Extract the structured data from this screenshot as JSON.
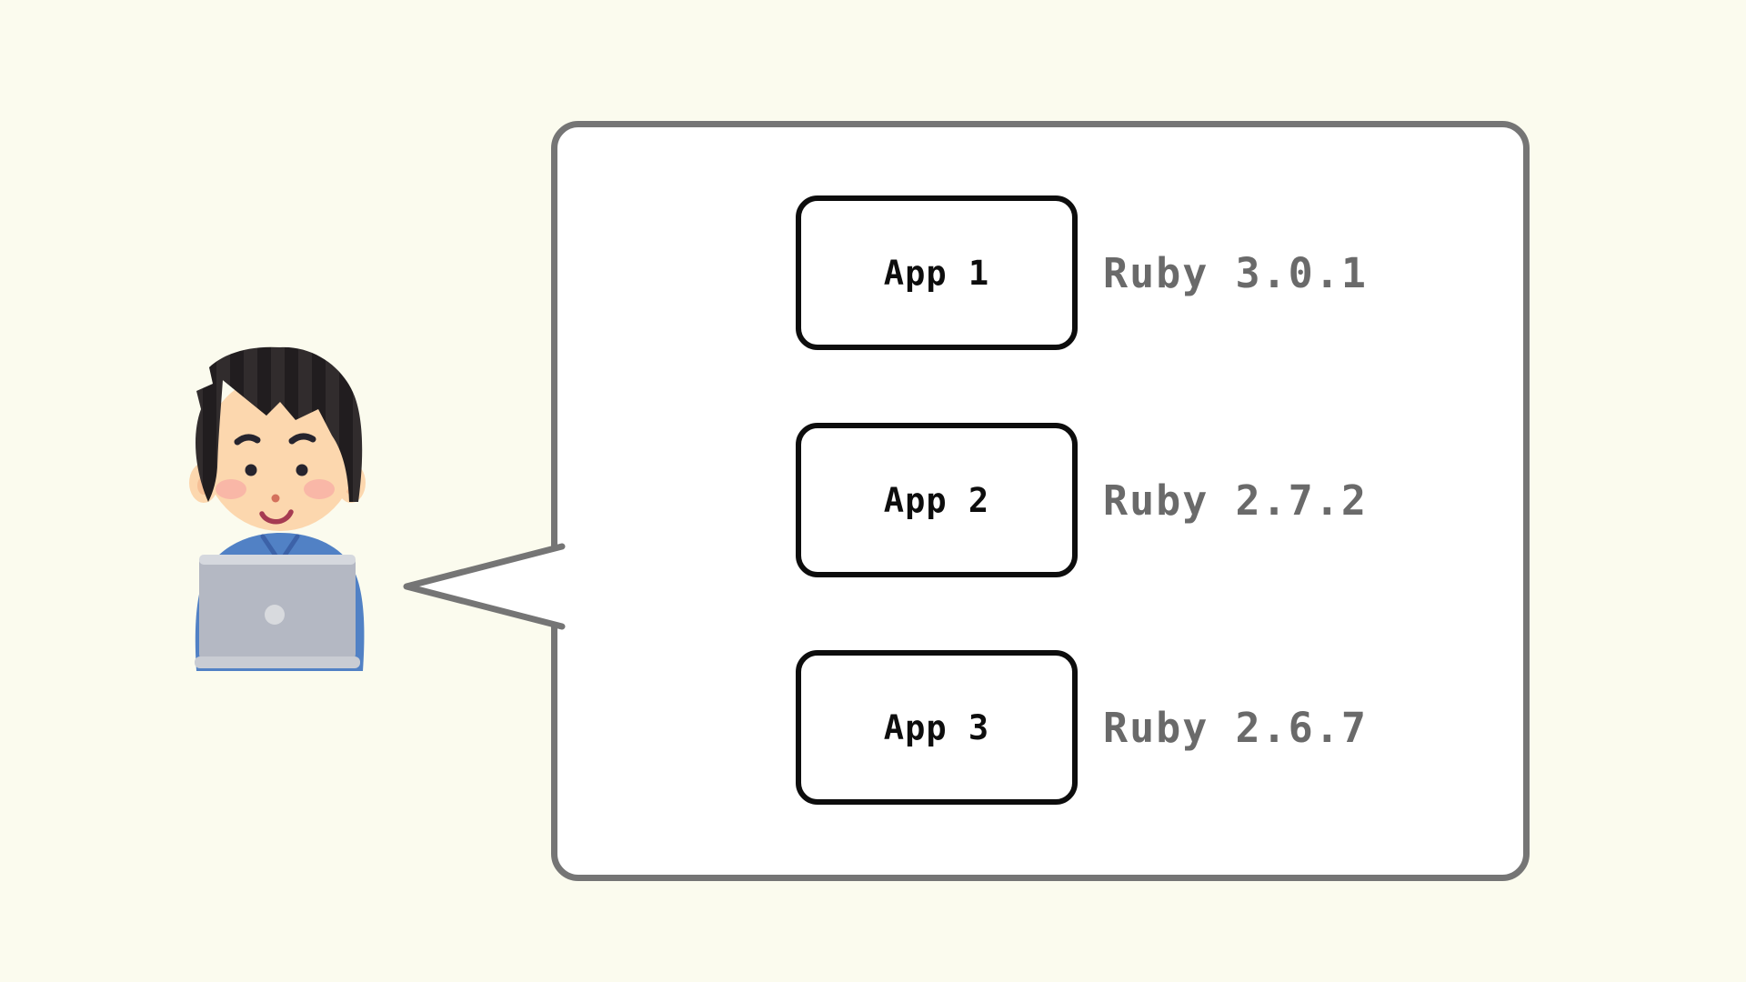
{
  "canvas": {
    "background_color": "#fbfbee"
  },
  "speech_bubble": {
    "fill_color": "#ffffff",
    "border_color": "#757575"
  },
  "person": {
    "icon": "person-at-laptop-icon",
    "hair_color": "#262123",
    "skin_color": "#fcd7ae",
    "shirt_color": "#5181c5",
    "laptop_color": "#b4b8c3"
  },
  "apps": [
    {
      "label": "App 1",
      "version": "Ruby 3.0.1"
    },
    {
      "label": "App 2",
      "version": "Ruby 2.7.2"
    },
    {
      "label": "App 3",
      "version": "Ruby 2.6.7"
    }
  ],
  "colors": {
    "app_box_border": "#0d0d0d",
    "app_label_text": "#0d0d0d",
    "version_text": "#6a6a6a"
  }
}
